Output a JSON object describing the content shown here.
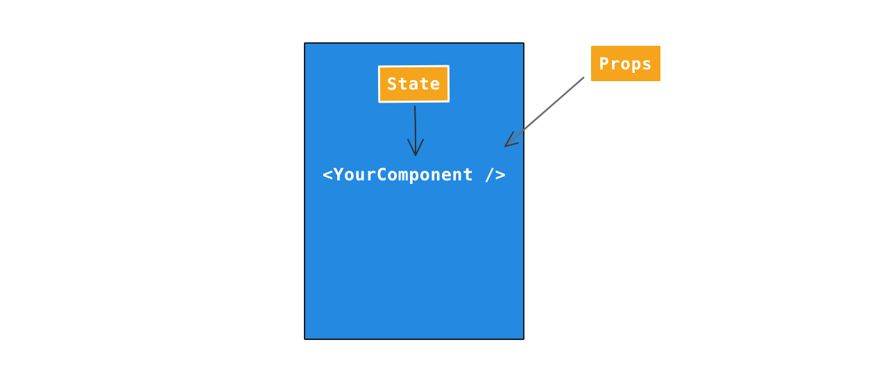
{
  "diagram": {
    "component_label": "<YourComponent />",
    "state_label": "State",
    "props_label": "Props"
  },
  "colors": {
    "background": "#ffffff",
    "component-fill": "#2389e1",
    "component-border": "#1a1a1a",
    "badge-fill": "#f5a41b",
    "badge-border": "#fcfcf5",
    "text": "#ffffff",
    "state-arrow": "#2f2f2f",
    "props-arrow": "#6e6e6e",
    "props-arrowhead": "#3c3c3c"
  }
}
